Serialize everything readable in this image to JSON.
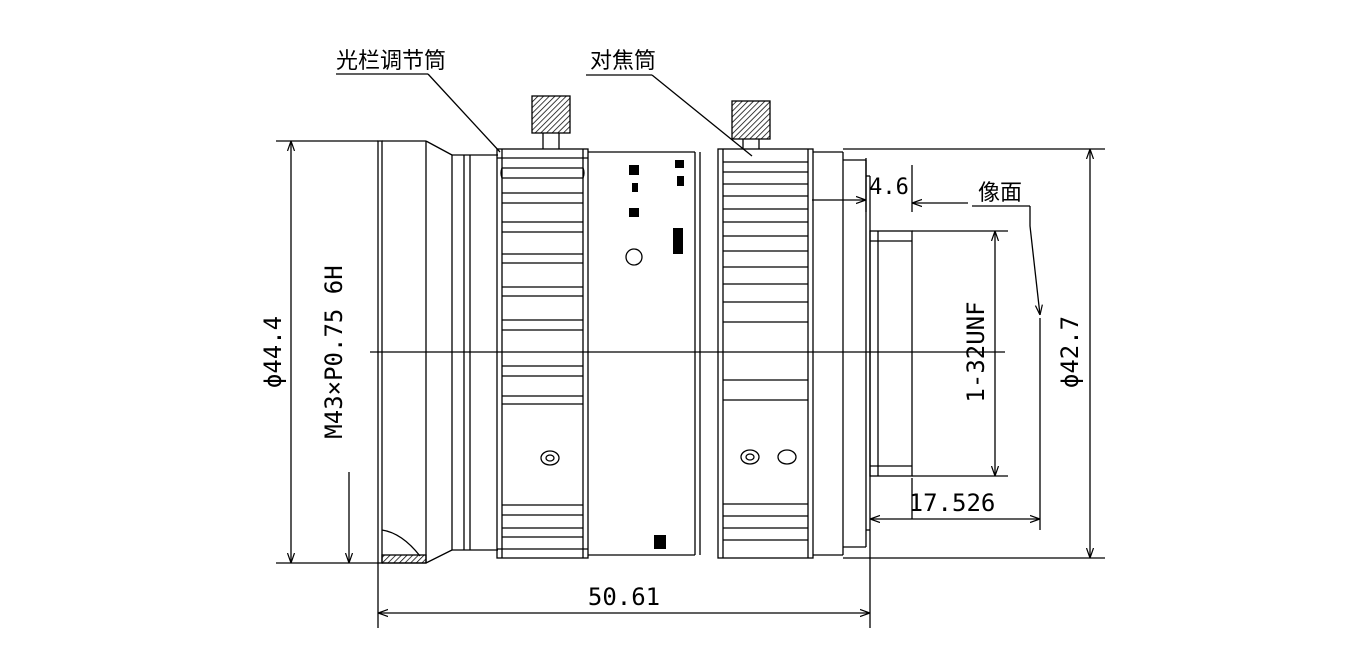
{
  "labels": {
    "aperture_ring": "光栏调节筒",
    "focus_ring": "对焦筒",
    "image_plane": "像面"
  },
  "dimensions": {
    "front_diameter": "ϕ44.4",
    "front_thread": "M43×P0.75 6H",
    "rear_diameter": "ϕ42.7",
    "mount_thread": "1-32UNF",
    "flange_distance": "17.526",
    "total_length": "50.61",
    "mount_offset": "4.6"
  },
  "colors": {
    "line": "#000000",
    "background": "#ffffff"
  }
}
